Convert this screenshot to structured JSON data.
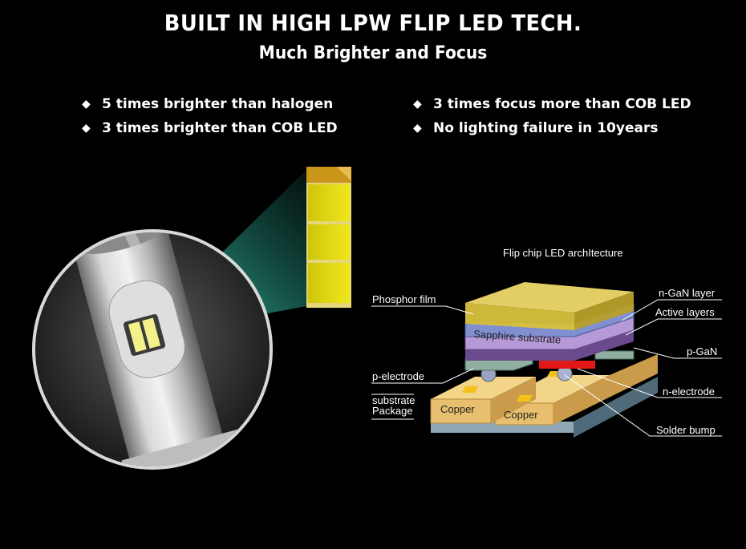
{
  "header": {
    "title": "BUILT IN HIGH LPW FLIP LED TECH.",
    "subtitle": "Much Brighter and Focus"
  },
  "features": [
    "5 times brighter than halogen",
    "3 times brighter than COB LED",
    "3 times focus more than COB LED",
    "No lighting failure in 10years"
  ],
  "bullet_glyph": "◆",
  "diagram": {
    "caption": "Flip chip LED archItecture",
    "labels": {
      "phosphor_film": "Phosphor film",
      "n_gan_layer": "n-GaN layer",
      "active_layers": "Active layers",
      "p_gan": "p-GaN",
      "p_electrode": "p-electrode",
      "n_electrode": "n-electrode",
      "substrate": "substrate",
      "package": "Package",
      "solder_bump": "Solder bump",
      "sapphire_substrate": "Sapphire substrate",
      "copper_left": "Copper",
      "copper_right": "Copper"
    }
  },
  "colors": {
    "background": "#000000",
    "phosphor": "#d9c23c",
    "sapphire": "#7f8fd0",
    "active": "#b69ad8",
    "copper": "#e7bf6e",
    "electrode_red": "#e01818",
    "led_chip_yellow": "#e3dc10"
  }
}
